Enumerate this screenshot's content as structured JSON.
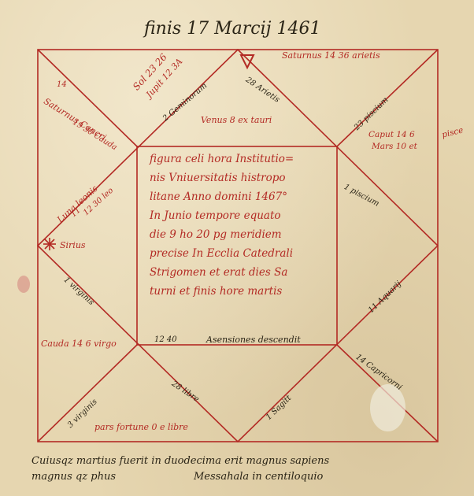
{
  "title": "finis 17 Marcij 1461",
  "center_text": [
    "figura celi hora Institutio=",
    "nis Vniuersitatis histropo",
    "litane Anno domini 1467°",
    "In Junio tempore equato",
    "die 9 ho 20 pg meridiem",
    "precise In Ecclia Catedrali",
    "Strigomen et erat dies Sa",
    "turni et finis hore martis"
  ],
  "houses": {
    "h12": {
      "line1": "Sol 23 26",
      "line2": "Jupit 12 3A"
    },
    "h12_sign": "2 Geminorum",
    "h11": {
      "line1": "14",
      "line2": "Saturnus Cancri",
      "line3": "19 30 Cauda"
    },
    "h10": {
      "line1": "Saturnus 14 36 arietis"
    },
    "h10_sign": "28 Arietis",
    "h10_inner": "Venus 8 ex tauri",
    "h9_sign": "23 piscium",
    "h8": {
      "line1": "Caput 14 6",
      "line2": "Mars 10 et",
      "line3": "pisce"
    },
    "h8_sign": "1 piscium",
    "h1": {
      "line1": "Luna leonis",
      "line2": "11",
      "line3": "12 30 leo"
    },
    "h1_star": "Sirius",
    "h2_sign": "1 virginis",
    "h7_sign": "11 Aquarij",
    "asc": {
      "cauda": "Cauda 14 6 virgo",
      "deg": "12 40",
      "label": "Asensiones descendit"
    },
    "h3_sign": "3 virginis",
    "h4_sign": "28 libre",
    "h5_sign": "1 Sagitt",
    "h6_sign": "14 Capricorni",
    "h4_bottom": "pars fortune 0 e libre"
  },
  "footer": {
    "line1": "Cuiusqz martius fuerit in duodecima erit magnus sapiens",
    "line2a": "magnus qz phus",
    "line2b": "Messahala in centiloquio"
  },
  "colors": {
    "ink": "#2a2416",
    "red": "#b32a24",
    "parchment": "#e6d6b0"
  }
}
